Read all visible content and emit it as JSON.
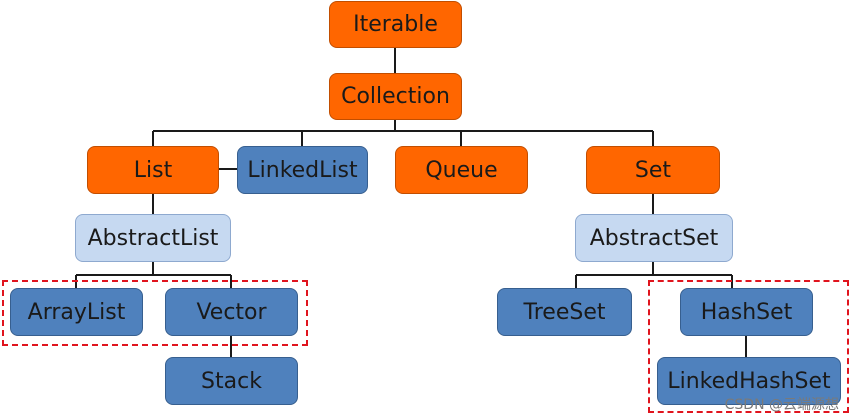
{
  "colors": {
    "interface": "#ff6600",
    "implementation": "#4f81bd",
    "abstract": "#c6d9f1",
    "connector": "#1a1a1a",
    "group_border": "#e0141e"
  },
  "nodes": {
    "iterable": "Iterable",
    "collection": "Collection",
    "list": "List",
    "linkedlist": "LinkedList",
    "queue": "Queue",
    "set": "Set",
    "abstractlist": "AbstractList",
    "abstractset": "AbstractSet",
    "arraylist": "ArrayList",
    "vector": "Vector",
    "stack": "Stack",
    "treeset": "TreeSet",
    "hashset": "HashSet",
    "linkedhashset": "LinkedHashSet"
  },
  "watermark": "CSDN @云端源想"
}
